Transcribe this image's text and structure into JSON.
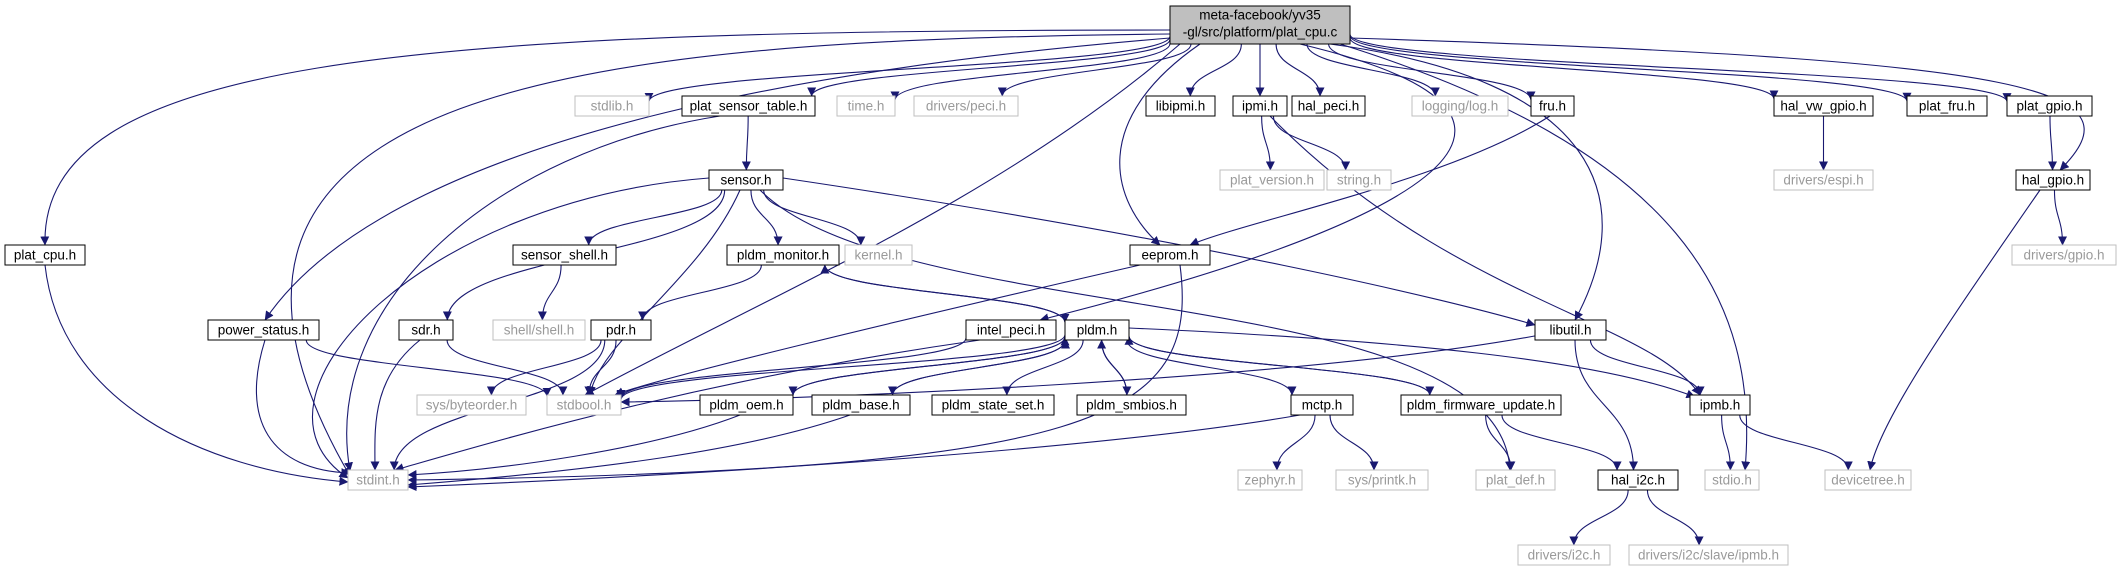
{
  "graph": {
    "colors": {
      "edge": "#191970",
      "node_border": "#000000",
      "node_border_missing": "#bfbfbf",
      "root_fill": "#bfbfbf",
      "node_fill": "#ffffff",
      "text": "#000000",
      "text_missing": "#9a9a9a"
    },
    "root": {
      "id": "plat_cpu_c",
      "lines": [
        "meta-facebook/yv35",
        "-gl/src/platform/plat_cpu.c"
      ]
    },
    "nodes": [
      {
        "id": "stdlib",
        "label": "stdlib.h",
        "missing": true
      },
      {
        "id": "plat_sensor_table",
        "label": "plat_sensor_table.h",
        "missing": false
      },
      {
        "id": "time",
        "label": "time.h",
        "missing": true
      },
      {
        "id": "drivers_peci",
        "label": "drivers/peci.h",
        "missing": true
      },
      {
        "id": "libipmi",
        "label": "libipmi.h",
        "missing": false
      },
      {
        "id": "ipmi",
        "label": "ipmi.h",
        "missing": false
      },
      {
        "id": "hal_peci",
        "label": "hal_peci.h",
        "missing": false
      },
      {
        "id": "logging_log",
        "label": "logging/log.h",
        "missing": true
      },
      {
        "id": "fru",
        "label": "fru.h",
        "missing": false
      },
      {
        "id": "hal_vw_gpio",
        "label": "hal_vw_gpio.h",
        "missing": false
      },
      {
        "id": "plat_fru",
        "label": "plat_fru.h",
        "missing": false
      },
      {
        "id": "plat_gpio",
        "label": "plat_gpio.h",
        "missing": false
      },
      {
        "id": "sensor",
        "label": "sensor.h",
        "missing": false
      },
      {
        "id": "plat_version",
        "label": "plat_version.h",
        "missing": true
      },
      {
        "id": "string",
        "label": "string.h",
        "missing": true
      },
      {
        "id": "drivers_espi",
        "label": "drivers/espi.h",
        "missing": true
      },
      {
        "id": "hal_gpio",
        "label": "hal_gpio.h",
        "missing": false
      },
      {
        "id": "plat_cpu_h",
        "label": "plat_cpu.h",
        "missing": false
      },
      {
        "id": "sensor_shell",
        "label": "sensor_shell.h",
        "missing": false
      },
      {
        "id": "pldm_monitor",
        "label": "pldm_monitor.h",
        "missing": false
      },
      {
        "id": "kernel",
        "label": "kernel.h",
        "missing": true
      },
      {
        "id": "eeprom",
        "label": "eeprom.h",
        "missing": false
      },
      {
        "id": "drivers_gpio",
        "label": "drivers/gpio.h",
        "missing": true
      },
      {
        "id": "power_status",
        "label": "power_status.h",
        "missing": false
      },
      {
        "id": "shell_shell",
        "label": "shell/shell.h",
        "missing": true
      },
      {
        "id": "sdr",
        "label": "sdr.h",
        "missing": false
      },
      {
        "id": "pdr",
        "label": "pdr.h",
        "missing": false
      },
      {
        "id": "intel_peci",
        "label": "intel_peci.h",
        "missing": false
      },
      {
        "id": "pldm",
        "label": "pldm.h",
        "missing": false
      },
      {
        "id": "libutil",
        "label": "libutil.h",
        "missing": false
      },
      {
        "id": "sys_byteorder",
        "label": "sys/byteorder.h",
        "missing": true
      },
      {
        "id": "stdbool",
        "label": "stdbool.h",
        "missing": true
      },
      {
        "id": "pldm_oem",
        "label": "pldm_oem.h",
        "missing": false
      },
      {
        "id": "pldm_base",
        "label": "pldm_base.h",
        "missing": false
      },
      {
        "id": "pldm_state_set",
        "label": "pldm_state_set.h",
        "missing": false
      },
      {
        "id": "pldm_smbios",
        "label": "pldm_smbios.h",
        "missing": false
      },
      {
        "id": "mctp",
        "label": "mctp.h",
        "missing": false
      },
      {
        "id": "pldm_firmware_update",
        "label": "pldm_firmware_update.h",
        "missing": false
      },
      {
        "id": "ipmb",
        "label": "ipmb.h",
        "missing": false
      },
      {
        "id": "stdio",
        "label": "stdio.h",
        "missing": true
      },
      {
        "id": "devicetree",
        "label": "devicetree.h",
        "missing": true
      },
      {
        "id": "stdint",
        "label": "stdint.h",
        "missing": true
      },
      {
        "id": "zephyr",
        "label": "zephyr.h",
        "missing": true
      },
      {
        "id": "sys_printk",
        "label": "sys/printk.h",
        "missing": true
      },
      {
        "id": "plat_def",
        "label": "plat_def.h",
        "missing": true
      },
      {
        "id": "hal_i2c",
        "label": "hal_i2c.h",
        "missing": false
      },
      {
        "id": "drivers_i2c",
        "label": "drivers/i2c.h",
        "missing": true
      },
      {
        "id": "drivers_i2c_slave_ipmb",
        "label": "drivers/i2c/slave/ipmb.h",
        "missing": true
      }
    ],
    "edges": [
      [
        "plat_cpu_c",
        "plat_cpu_h"
      ],
      [
        "plat_cpu_c",
        "stdint"
      ],
      [
        "plat_cpu_c",
        "power_status"
      ],
      [
        "plat_cpu_c",
        "stdlib"
      ],
      [
        "plat_cpu_c",
        "plat_sensor_table"
      ],
      [
        "plat_cpu_c",
        "time"
      ],
      [
        "plat_cpu_c",
        "drivers_peci"
      ],
      [
        "plat_cpu_c",
        "stdbool"
      ],
      [
        "plat_cpu_c",
        "libipmi"
      ],
      [
        "plat_cpu_c",
        "ipmi"
      ],
      [
        "plat_cpu_c",
        "eeprom"
      ],
      [
        "plat_cpu_c",
        "hal_peci"
      ],
      [
        "plat_cpu_c",
        "logging_log"
      ],
      [
        "plat_cpu_c",
        "fru"
      ],
      [
        "plat_cpu_c",
        "intel_peci"
      ],
      [
        "plat_cpu_c",
        "libutil"
      ],
      [
        "plat_cpu_c",
        "stdio"
      ],
      [
        "plat_cpu_c",
        "hal_vw_gpio"
      ],
      [
        "plat_cpu_c",
        "plat_fru"
      ],
      [
        "plat_cpu_c",
        "plat_gpio"
      ],
      [
        "plat_cpu_c",
        "hal_gpio"
      ],
      [
        "plat_sensor_table",
        "sensor"
      ],
      [
        "plat_sensor_table",
        "stdint"
      ],
      [
        "sensor",
        "stdint"
      ],
      [
        "sensor",
        "sensor_shell"
      ],
      [
        "sensor",
        "sdr"
      ],
      [
        "sensor",
        "pldm_monitor"
      ],
      [
        "sensor",
        "kernel"
      ],
      [
        "sensor",
        "stdbool"
      ],
      [
        "sensor",
        "libutil"
      ],
      [
        "sensor",
        "plat_def"
      ],
      [
        "ipmi",
        "plat_version"
      ],
      [
        "ipmi",
        "string"
      ],
      [
        "ipmi",
        "ipmb"
      ],
      [
        "fru",
        "eeprom"
      ],
      [
        "hal_vw_gpio",
        "drivers_espi"
      ],
      [
        "plat_gpio",
        "hal_gpio"
      ],
      [
        "hal_gpio",
        "drivers_gpio"
      ],
      [
        "hal_gpio",
        "devicetree"
      ],
      [
        "plat_cpu_h",
        "stdint"
      ],
      [
        "sensor_shell",
        "shell_shell"
      ],
      [
        "pldm_monitor",
        "pdr"
      ],
      [
        "pldm_monitor",
        "pldm"
      ],
      [
        "eeprom",
        "stdbool"
      ],
      [
        "eeprom",
        "stdint"
      ],
      [
        "power_status",
        "stdbool"
      ],
      [
        "power_status",
        "stdint"
      ],
      [
        "sdr",
        "stdbool"
      ],
      [
        "sdr",
        "stdint"
      ],
      [
        "pdr",
        "sys_byteorder"
      ],
      [
        "pdr",
        "stdbool"
      ],
      [
        "pdr",
        "stdint"
      ],
      [
        "intel_peci",
        "stdbool"
      ],
      [
        "intel_peci",
        "stdint"
      ],
      [
        "pldm",
        "pldm_monitor"
      ],
      [
        "pldm",
        "stdbool"
      ],
      [
        "pldm",
        "pldm_oem"
      ],
      [
        "pldm",
        "pldm_base"
      ],
      [
        "pldm",
        "pldm_state_set"
      ],
      [
        "pldm",
        "pldm_smbios"
      ],
      [
        "pldm",
        "mctp"
      ],
      [
        "pldm",
        "pldm_firmware_update"
      ],
      [
        "pldm",
        "ipmb"
      ],
      [
        "pldm_oem",
        "pldm"
      ],
      [
        "pldm_oem",
        "stdint"
      ],
      [
        "pldm_base",
        "pldm"
      ],
      [
        "pldm_base",
        "stdint"
      ],
      [
        "pldm_smbios",
        "pldm"
      ],
      [
        "pldm_firmware_update",
        "pldm"
      ],
      [
        "pldm_firmware_update",
        "plat_def"
      ],
      [
        "pldm_firmware_update",
        "hal_i2c"
      ],
      [
        "mctp",
        "stdint"
      ],
      [
        "mctp",
        "zephyr"
      ],
      [
        "mctp",
        "sys_printk"
      ],
      [
        "libutil",
        "stdbool"
      ],
      [
        "libutil",
        "hal_i2c"
      ],
      [
        "libutil",
        "ipmb"
      ],
      [
        "ipmb",
        "stdio"
      ],
      [
        "ipmb",
        "devicetree"
      ],
      [
        "hal_i2c",
        "drivers_i2c"
      ],
      [
        "hal_i2c",
        "drivers_i2c_slave_ipmb"
      ]
    ]
  }
}
